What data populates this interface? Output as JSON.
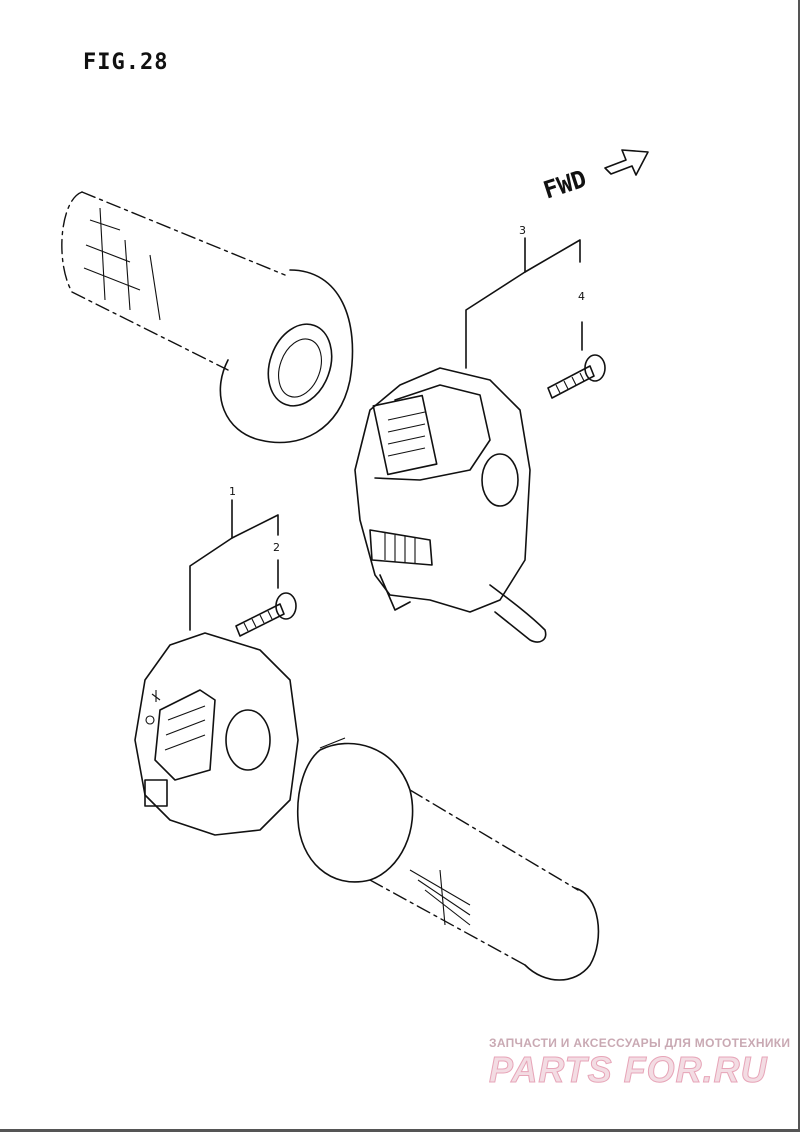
{
  "figure": {
    "title": "FIG.28"
  },
  "direction": {
    "label": "FWD"
  },
  "callouts": [
    {
      "id": "1",
      "label": "1"
    },
    {
      "id": "2",
      "label": "2"
    },
    {
      "id": "3",
      "label": "3"
    },
    {
      "id": "4",
      "label": "4"
    }
  ],
  "watermark": {
    "subtitle": "ЗАПЧАСТИ И АКСЕССУАРЫ ДЛЯ МОТОТЕХНИКИ",
    "brand": "PARTS FOR.RU"
  },
  "colors": {
    "line": "#111111",
    "watermark": "#e7a5b8",
    "background": "#ffffff"
  }
}
